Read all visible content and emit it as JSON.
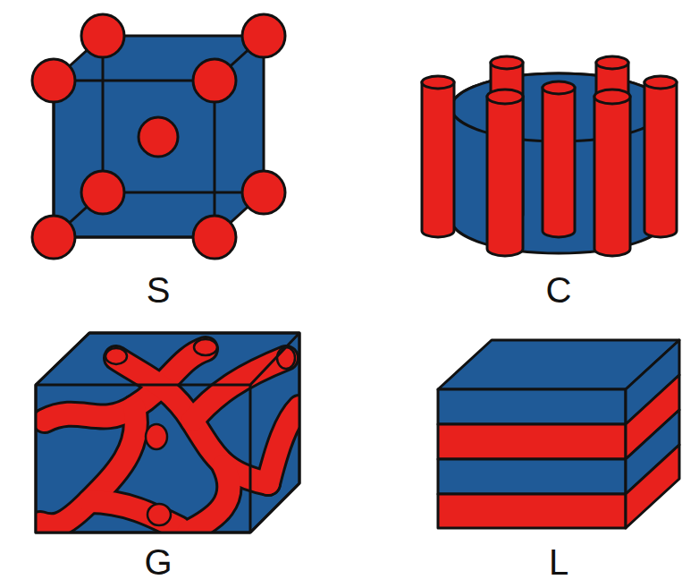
{
  "diagram": {
    "labels": [
      "S",
      "C",
      "G",
      "L"
    ]
  }
}
